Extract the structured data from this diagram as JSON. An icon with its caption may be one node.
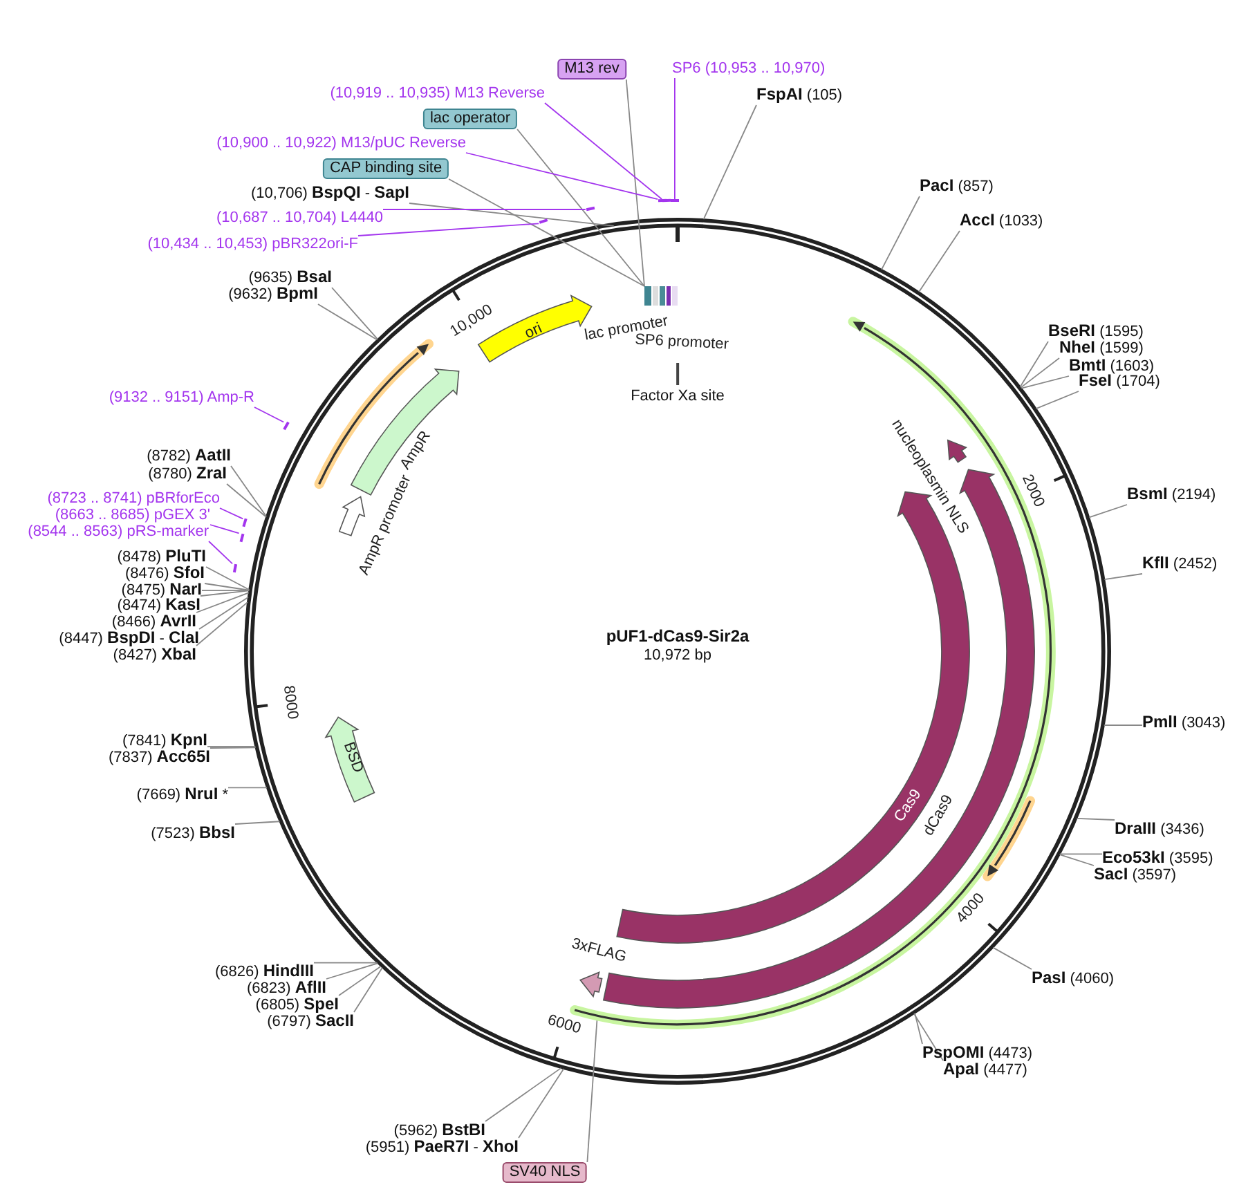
{
  "diagram": {
    "title": "pUF1-dCas9-Sir2a",
    "nodes": [
      {
        "text": [
          "M13 rev"
        ]
      },
      {
        "text": [
          "SP6   (10,953 .. 10,970)"
        ]
      },
      {
        "text": [
          "**FspAI**   (105)"
        ]
      },
      {
        "text": [
          "(10,919 .. 10,935)  M13 Reverse"
        ]
      },
      {
        "text": [
          "lac operator"
        ]
      },
      {
        "text": [
          "(10,900 .. 10,922)  M13/pUC Reverse"
        ]
      },
      {
        "text": [
          "CAP binding site"
        ]
      },
      {
        "text": [
          "(10,706)  **BspQI**  - **SapI**"
        ]
      },
      {
        "text": [
          "(10,687 .. 10,704)  L4440"
        ]
      },
      {
        "text": [
          "(10,434 .. 10,453)  pBR322ori-F"
        ]
      },
      {
        "text": [
          "(9635)  **BsaI**"
        ]
      },
      {
        "text": [
          "(9632)  **BpmI**"
        ]
      },
      {
        "text": [
          "(9132 .. 9151)  Amp-R"
        ]
      },
      {
        "text": [
          "(8782)  **AatII**"
        ]
      },
      {
        "text": [
          "(8780)  **ZraI**"
        ]
      },
      {
        "text": [
          "(8723 .. 8741)  pBRforEco"
        ]
      },
      {
        "text": [
          "(8663 .. 8685)  pGEX 3'"
        ]
      },
      {
        "text": [
          "(8544 .. 8563)  pRS-marker"
        ]
      },
      {
        "text": [
          "(8478)  **PluTI**"
        ]
      },
      {
        "text": [
          "(8476)  **SfoI**"
        ]
      },
      {
        "text": [
          "(8475)  **NarI**"
        ]
      },
      {
        "text": [
          "(8474)  **KasI**"
        ]
      },
      {
        "text": [
          "(8466)  **AvrII**"
        ]
      },
      {
        "text": [
          "(8447)  **BspDI**  - **ClaI**"
        ]
      },
      {
        "text": [
          "(8427)  **XbaI**"
        ]
      },
      {
        "text": [
          "(7841)  **KpnI**"
        ]
      },
      {
        "text": [
          "(7837)  **Acc65I**"
        ]
      },
      {
        "text": [
          "(7669)  **NruI**  *"
        ]
      },
      {
        "text": [
          "(7523)  **BbsI**"
        ]
      },
      {
        "text": [
          "(6826)  **HindIII**"
        ]
      },
      {
        "text": [
          "(6823)  **AflII**"
        ]
      },
      {
        "text": [
          "(6805)  **SpeI**"
        ]
      },
      {
        "text": [
          "(6797)  **SacII**"
        ]
      },
      {
        "text": [
          "(5962)  **BstBI**"
        ]
      },
      {
        "text": [
          "(5951)  **PaeR7I**  - **XhoI**"
        ]
      },
      {
        "text": [
          "SV40 NLS"
        ]
      },
      {
        "text": [
          "**PacI**   (857)"
        ]
      },
      {
        "text": [
          "**AccI**   (1033)"
        ]
      },
      {
        "text": [
          "**BseRI**   (1595)"
        ]
      },
      {
        "text": [
          "**NheI**   (1599)"
        ]
      },
      {
        "text": [
          "**BmtI**   (1603)"
        ]
      },
      {
        "text": [
          "**FseI**   (1704)"
        ]
      },
      {
        "text": [
          "**BsmI**   (2194)"
        ]
      },
      {
        "text": [
          "**KflI**   (2452)"
        ]
      },
      {
        "text": [
          "**PmlI**   (3043)"
        ]
      },
      {
        "text": [
          "**DraIII**   (3436)"
        ]
      },
      {
        "text": [
          "**Eco53kI**   (3595)"
        ]
      },
      {
        "text": [
          "**SacI**   (3597)"
        ]
      },
      {
        "text": [
          "**PasI**   (4060)"
        ]
      },
      {
        "text": [
          "**PspOMI**   (4473)"
        ]
      },
      {
        "text": [
          "**ApaI**   (4477)"
        ]
      },
      {
        "text": [
          "ori"
        ]
      },
      {
        "text": [
          "lac promoter"
        ]
      },
      {
        "text": [
          "SP6 promoter"
        ]
      },
      {
        "text": [
          "Factor Xa site"
        ]
      },
      {
        "text": [
          "AmpR"
        ]
      },
      {
        "text": [
          "AmpR promoter"
        ]
      },
      {
        "text": [
          "nucleoplasmin NLS"
        ]
      },
      {
        "text": [
          "Cas9"
        ]
      },
      {
        "text": [
          "dCas9"
        ]
      },
      {
        "text": [
          "3xFLAG"
        ]
      },
      {
        "text": [
          "BSD"
        ]
      },
      {
        "text": [],
        "shape": "box"
      },
      {
        "text": [],
        "shape": "bar"
      },
      {
        "text": [],
        "shape": "bar"
      },
      {
        "text": [],
        "shape": "bar"
      },
      {
        "text": [],
        "shape": "bar"
      },
      {
        "text": [],
        "shape": "bar"
      },
      {
        "text": [],
        "shape": "bar"
      },
      {
        "text": [],
        "shape": "bar"
      },
      {
        "text": [],
        "shape": "bar"
      },
      {
        "text": [],
        "shape": "bar"
      }
    ],
    "edges": [
      {
        "from": 0,
        "to": 62,
        "arrow": "none"
      },
      {
        "from": 1,
        "to": 63,
        "arrow": "none",
        "color": "#a335ee"
      },
      {
        "from": 2,
        "to": null,
        "arrow": "none"
      },
      {
        "from": 3,
        "to": 64,
        "arrow": "none",
        "color": "#a335ee"
      },
      {
        "from": 4,
        "to": 62,
        "arrow": "none"
      },
      {
        "from": 5,
        "to": 65,
        "arrow": "none",
        "color": "#a335ee"
      },
      {
        "from": 6,
        "to": 62,
        "arrow": "none"
      },
      {
        "from": 7,
        "to": null,
        "arrow": "none"
      },
      {
        "from": 8,
        "to": 66,
        "arrow": "none",
        "color": "#a335ee"
      },
      {
        "from": 9,
        "to": 67,
        "arrow": "none",
        "color": "#a335ee"
      },
      {
        "from": 10,
        "to": null,
        "arrow": "none"
      },
      {
        "from": 11,
        "to": null,
        "arrow": "none"
      },
      {
        "from": 12,
        "to": 68,
        "arrow": "none",
        "color": "#a335ee"
      },
      {
        "from": 13,
        "to": null,
        "arrow": "none"
      },
      {
        "from": 14,
        "to": null,
        "arrow": "none"
      },
      {
        "from": 15,
        "to": 69,
        "arrow": "none",
        "color": "#a335ee"
      },
      {
        "from": 16,
        "to": 70,
        "arrow": "none",
        "color": "#a335ee"
      },
      {
        "from": 17,
        "to": 71,
        "arrow": "none",
        "color": "#a335ee"
      },
      {
        "from": 18,
        "to": null,
        "arrow": "none"
      },
      {
        "from": 19,
        "to": null,
        "arrow": "none"
      },
      {
        "from": 20,
        "to": null,
        "arrow": "none"
      },
      {
        "from": 21,
        "to": null,
        "arrow": "none"
      },
      {
        "from": 22,
        "to": null,
        "arrow": "none"
      },
      {
        "from": 23,
        "to": null,
        "arrow": "none"
      },
      {
        "from": 24,
        "to": null,
        "arrow": "none"
      },
      {
        "from": 25,
        "to": null,
        "arrow": "none"
      },
      {
        "from": 26,
        "to": null,
        "arrow": "none"
      },
      {
        "from": 27,
        "to": null,
        "arrow": "none"
      },
      {
        "from": 28,
        "to": null,
        "arrow": "none"
      },
      {
        "from": 29,
        "to": null,
        "arrow": "none"
      },
      {
        "from": 30,
        "to": null,
        "arrow": "none"
      },
      {
        "from": 31,
        "to": null,
        "arrow": "none"
      },
      {
        "from": 32,
        "to": null,
        "arrow": "none"
      },
      {
        "from": 33,
        "to": null,
        "arrow": "none"
      },
      {
        "from": 34,
        "to": null,
        "arrow": "none"
      },
      {
        "from": 35,
        "to": null,
        "arrow": "none"
      },
      {
        "from": 36,
        "to": null,
        "arrow": "none"
      },
      {
        "from": 37,
        "to": null,
        "arrow": "none"
      },
      {
        "from": 38,
        "to": null,
        "arrow": "none"
      },
      {
        "from": 39,
        "to": null,
        "arrow": "none"
      },
      {
        "from": 40,
        "to": null,
        "arrow": "none"
      },
      {
        "from": 41,
        "to": null,
        "arrow": "none"
      },
      {
        "from": 42,
        "to": null,
        "arrow": "none"
      },
      {
        "from": 43,
        "to": null,
        "arrow": "none"
      },
      {
        "from": 44,
        "to": null,
        "arrow": "none"
      },
      {
        "from": 45,
        "to": null,
        "arrow": "none"
      },
      {
        "from": 46,
        "to": null,
        "arrow": "none"
      },
      {
        "from": 47,
        "to": null,
        "arrow": "none"
      },
      {
        "from": 48,
        "to": null,
        "arrow": "none"
      },
      {
        "from": 49,
        "to": null,
        "arrow": "none"
      },
      {
        "from": 50,
        "to": null,
        "arrow": "none"
      }
    ],
    "labels": [
      "10,972 bp",
      "10,000",
      "2000",
      "4000",
      "6000",
      "8000"
    ]
  }
}
